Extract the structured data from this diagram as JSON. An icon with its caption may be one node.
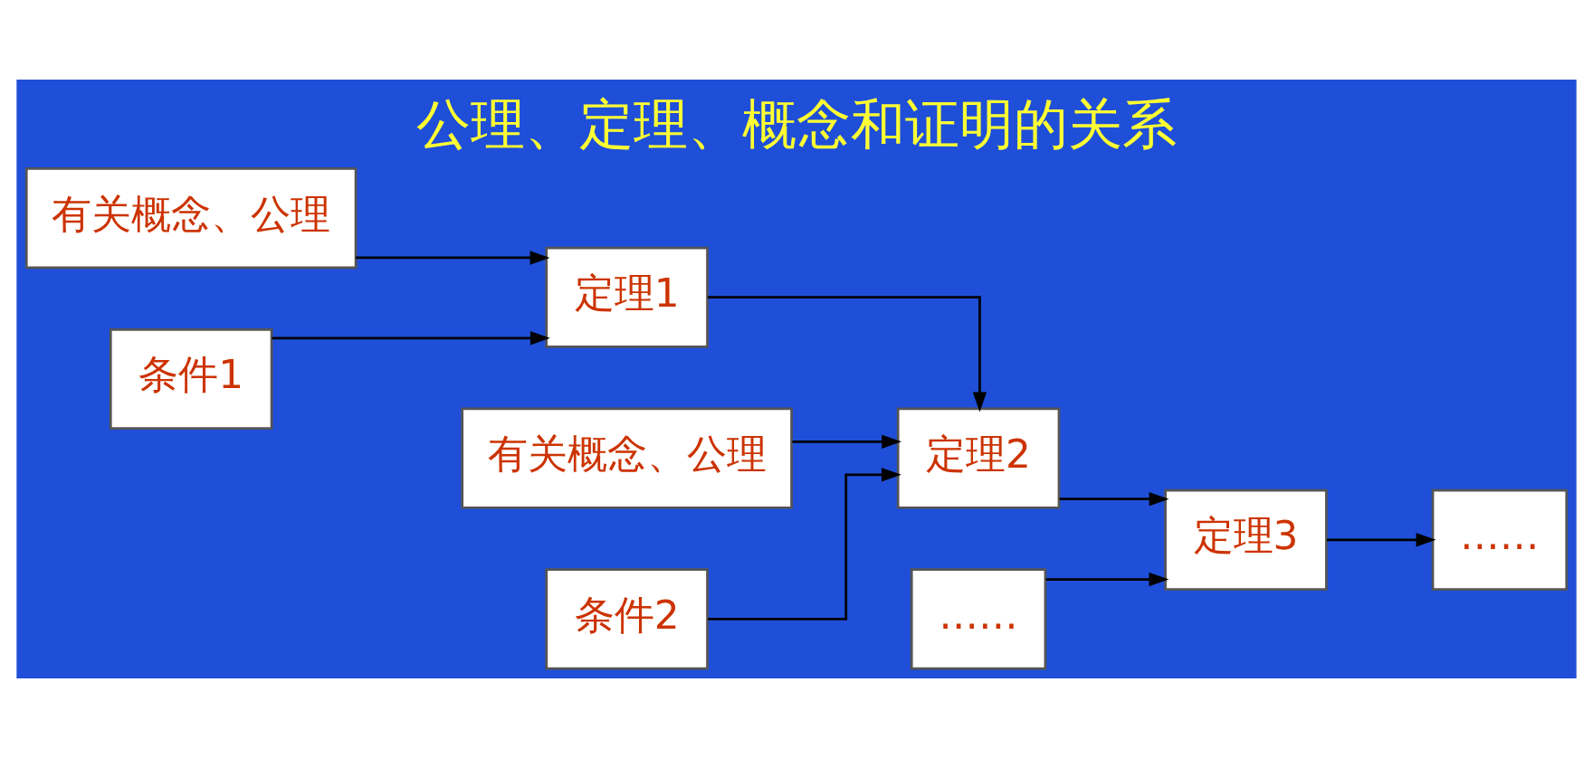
{
  "diagram": {
    "title": "公理、定理、概念和证明的关系",
    "nodes": [
      {
        "text": [
          "有关概念、公理"
        ]
      },
      {
        "text": [
          "条件1"
        ]
      },
      {
        "text": [
          "定理1"
        ]
      },
      {
        "text": [
          "有关概念、公理"
        ]
      },
      {
        "text": [
          "条件2"
        ]
      },
      {
        "text": [
          "定理2"
        ]
      },
      {
        "text": [
          "……"
        ]
      },
      {
        "text": [
          "定理3"
        ]
      },
      {
        "text": [
          "……"
        ]
      }
    ],
    "edges": [
      {
        "from": 0,
        "to": 2,
        "arrow": "to"
      },
      {
        "from": 1,
        "to": 2,
        "arrow": "to"
      },
      {
        "from": 2,
        "to": 5,
        "arrow": "to"
      },
      {
        "from": 3,
        "to": 5,
        "arrow": "to"
      },
      {
        "from": 4,
        "to": 5,
        "arrow": "to"
      },
      {
        "from": 5,
        "to": 7,
        "arrow": "to"
      },
      {
        "from": 6,
        "to": 7,
        "arrow": "to"
      },
      {
        "from": 7,
        "to": 8,
        "arrow": "to"
      }
    ]
  }
}
